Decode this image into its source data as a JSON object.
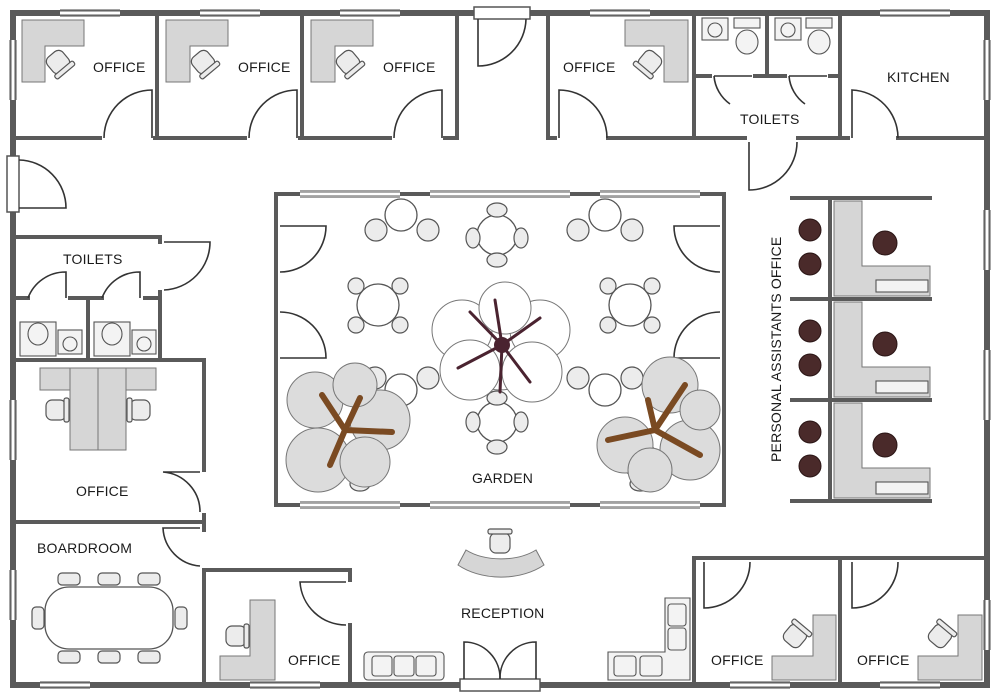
{
  "labels": {
    "office_1": "OFFICE",
    "office_2": "OFFICE",
    "office_3": "OFFICE",
    "office_4": "OFFICE",
    "toilets_top": "TOILETS",
    "kitchen": "KITCHEN",
    "toilets_left": "TOILETS",
    "office_left": "OFFICE",
    "boardroom": "BOARDROOM",
    "office_bottom_left": "OFFICE",
    "garden": "GARDEN",
    "reception": "RECEPTION",
    "office_bottom_right_1": "OFFICE",
    "office_bottom_right_2": "OFFICE",
    "personal_assistants": "PERSONAL ASSISTANTS OFFICE"
  },
  "colors": {
    "wall": "#5a5a5a",
    "furniture": "#d6d6d6",
    "dark_chair": "#4a2a2a",
    "tree_canopy": "#dcdcdc",
    "trunk": "#7a4a22"
  }
}
